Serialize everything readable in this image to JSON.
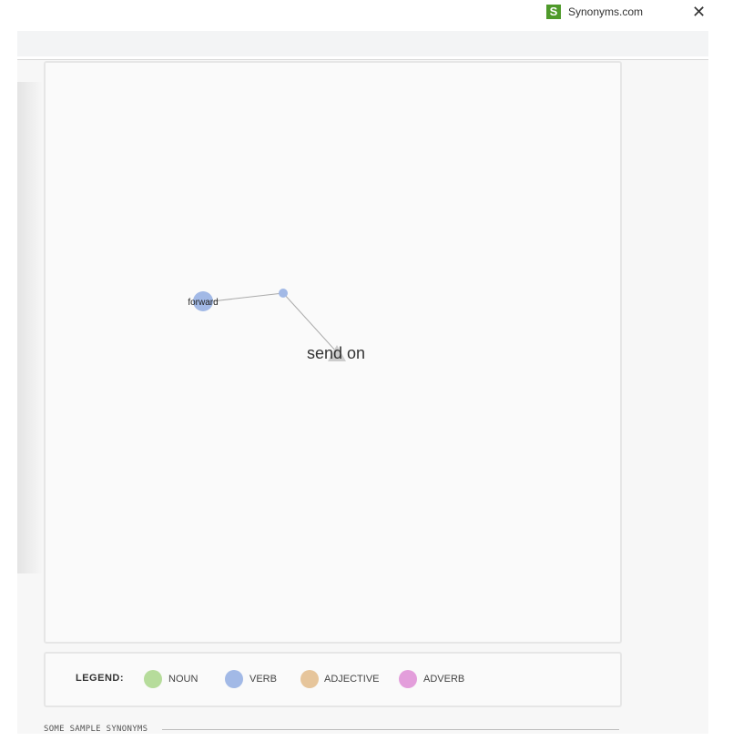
{
  "header": {
    "brand_logo_letter": "S",
    "brand_name": "Synonyms.com",
    "close_symbol": "✕"
  },
  "graph": {
    "center_word": "send on",
    "nodes": [
      {
        "word": "forward",
        "part_of_speech": "verb"
      }
    ]
  },
  "legend": {
    "title": "LEGEND:",
    "items": [
      {
        "label": "NOUN",
        "color": "#b6dc9b"
      },
      {
        "label": "VERB",
        "color": "#a2b9e6"
      },
      {
        "label": "ADJECTIVE",
        "color": "#e6c59b"
      },
      {
        "label": "ADVERB",
        "color": "#e39edb"
      }
    ]
  },
  "samples": {
    "heading": "SOME SAMPLE SYNONYMS"
  },
  "colors": {
    "verb_node": "#a2b9e6",
    "edge": "#aaaaaa",
    "center_marker": "#cccccc"
  }
}
